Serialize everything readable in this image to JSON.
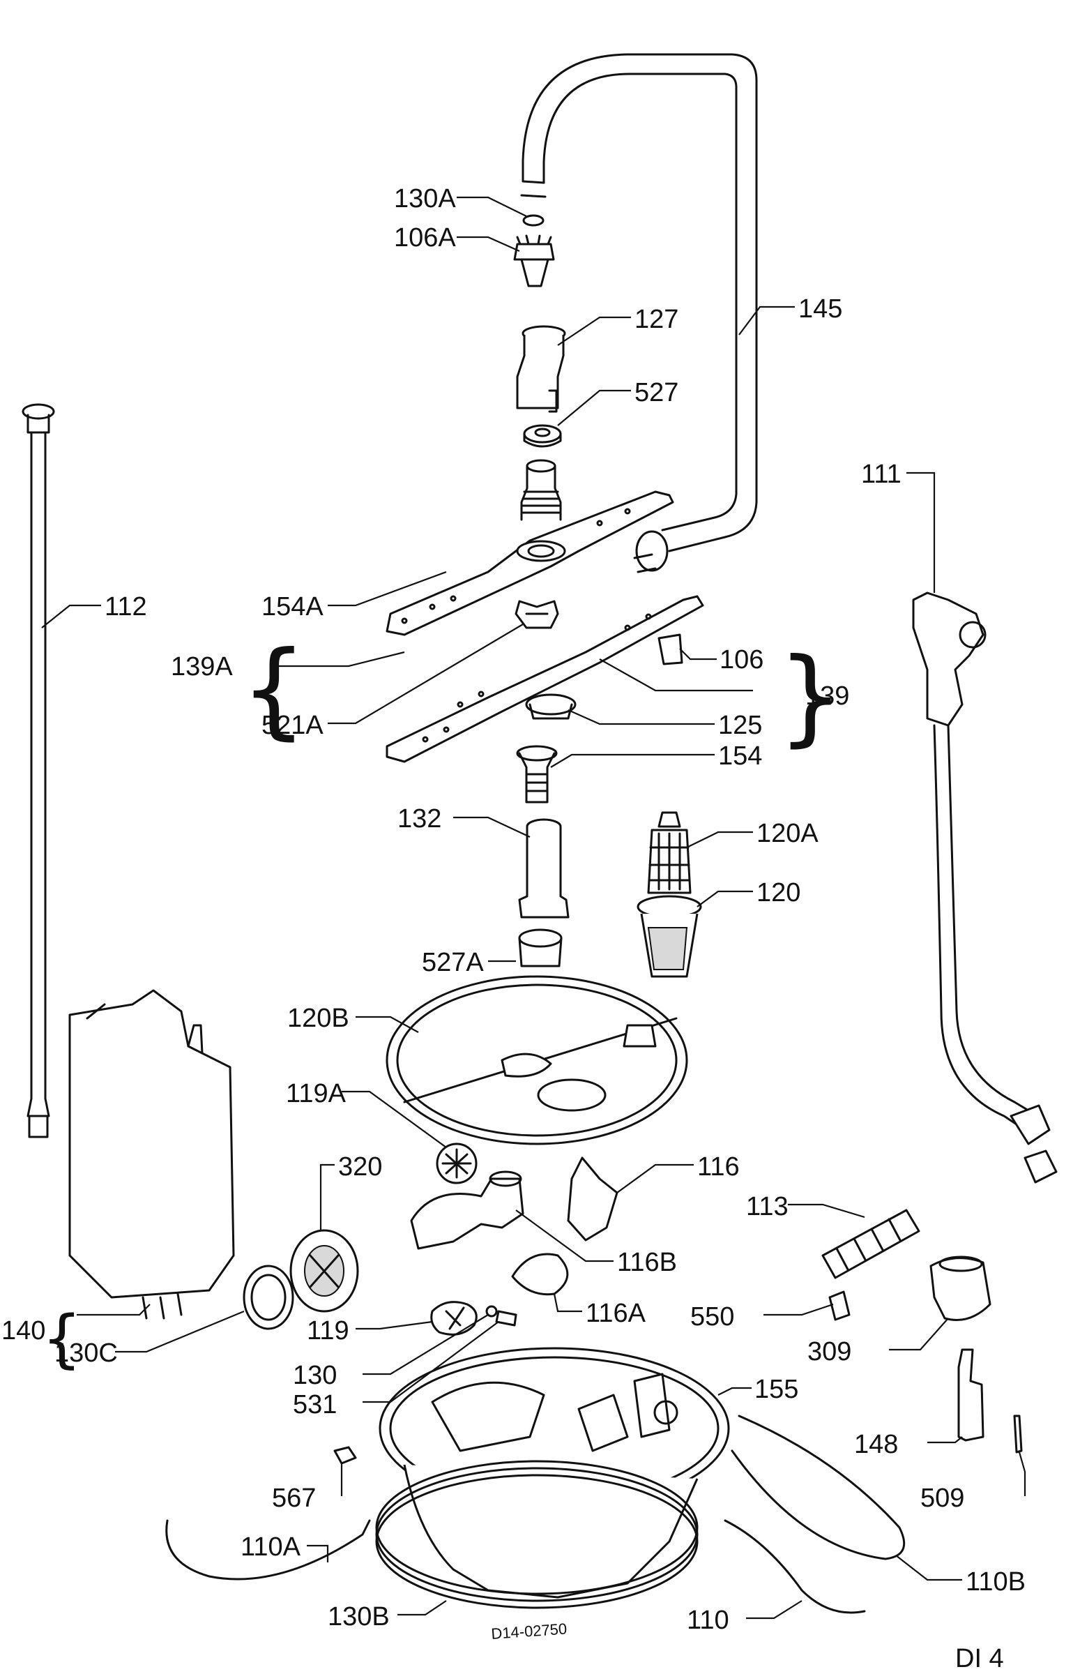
{
  "labels": {
    "l130A": "130A",
    "l106A": "106A",
    "l127": "127",
    "l145": "145",
    "l527": "527",
    "l111": "111",
    "l112": "112",
    "l154A": "154A",
    "l139A": "139A",
    "l521A": "521A",
    "l106": "106",
    "l139": "139",
    "l125": "125",
    "l154": "154",
    "l132": "132",
    "l120A": "120A",
    "l120": "120",
    "l527A": "527A",
    "l120B": "120B",
    "l119A": "119A",
    "l320": "320",
    "l116": "116",
    "l113": "113",
    "l116B": "116B",
    "l116A": "116A",
    "l550": "550",
    "l309": "309",
    "l140": "140",
    "l130C": "130C",
    "l119": "119",
    "l130": "130",
    "l531": "531",
    "l155": "155",
    "l148": "148",
    "l509": "509",
    "l567": "567",
    "l110A": "110A",
    "l110B": "110B",
    "l110": "110",
    "l130B": "130B"
  },
  "drawing_code": "D14-02750",
  "sheet_id": "DI 4"
}
